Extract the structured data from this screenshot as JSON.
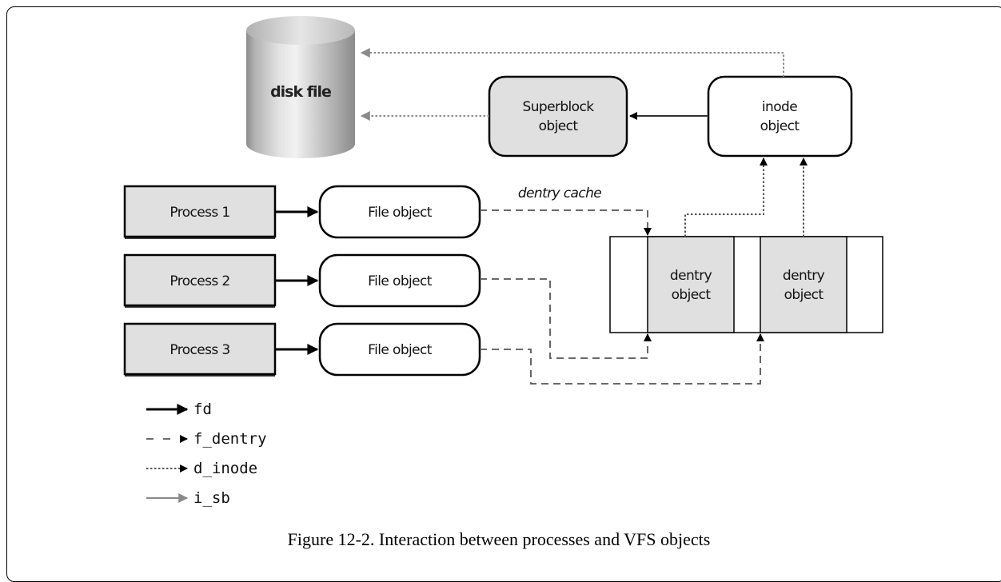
{
  "diagram": {
    "disk": {
      "label": "disk file"
    },
    "superblock": {
      "line1": "Superblock",
      "line2": "object"
    },
    "inode": {
      "line1": "inode",
      "line2": "object"
    },
    "processes": [
      {
        "label": "Process 1"
      },
      {
        "label": "Process 2"
      },
      {
        "label": "Process 3"
      }
    ],
    "file_objects": [
      {
        "label": "File object"
      },
      {
        "label": "File object"
      },
      {
        "label": "File object"
      }
    ],
    "dentry_cache_label": "dentry cache",
    "dentries": [
      {
        "line1": "dentry",
        "line2": "object"
      },
      {
        "line1": "dentry",
        "line2": "object"
      }
    ],
    "legend": [
      {
        "label": "fd",
        "style": "solid-black"
      },
      {
        "label": "f_dentry",
        "style": "dashed"
      },
      {
        "label": "d_inode",
        "style": "dotted"
      },
      {
        "label": "i_sb",
        "style": "solid-gray"
      }
    ],
    "caption": "Figure 12-2. Interaction between processes and VFS objects"
  },
  "colors": {
    "box_fill": "#e0e0e0",
    "line_gray": "#7a7a7a",
    "stroke": "#000000"
  }
}
